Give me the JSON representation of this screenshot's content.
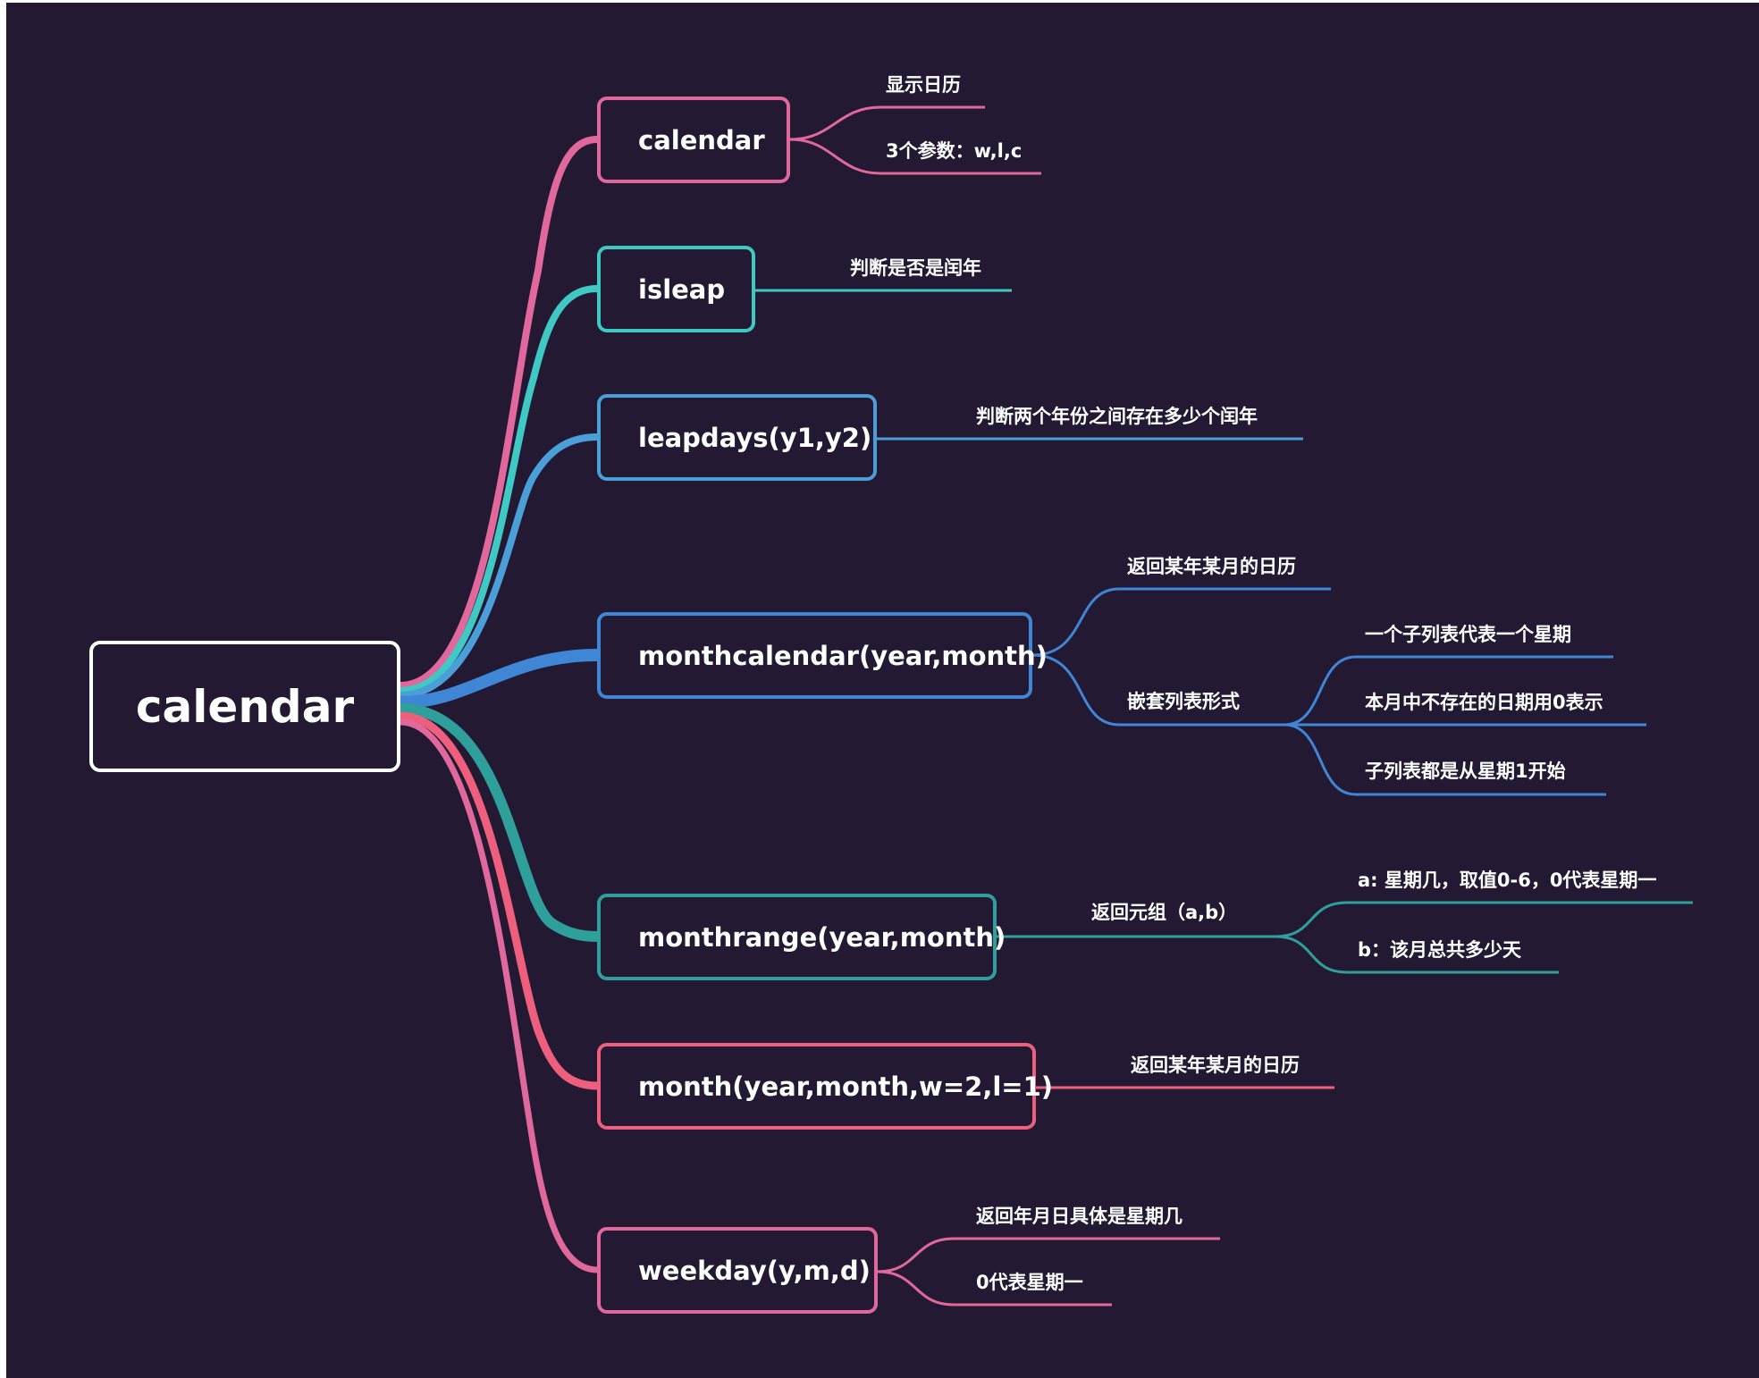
{
  "root": {
    "label": "calendar"
  },
  "branches": [
    {
      "id": "calendar",
      "label": "calendar",
      "color": "#e0689c",
      "children": [
        {
          "label": "显示日历"
        },
        {
          "label": "3个参数：w,l,c"
        }
      ]
    },
    {
      "id": "isleap",
      "label": "isleap",
      "color": "#3fc9c5",
      "children": [
        {
          "label": "判断是否是闰年"
        }
      ]
    },
    {
      "id": "leapdays",
      "label": "leapdays(y1,y2)",
      "color": "#4a9fd8",
      "children": [
        {
          "label": "判断两个年份之间存在多少个闰年"
        }
      ]
    },
    {
      "id": "monthcalendar",
      "label": "monthcalendar(year,month)",
      "color": "#3f86d6",
      "children": [
        {
          "label": "返回某年某月的日历"
        },
        {
          "label": "嵌套列表形式",
          "children": [
            {
              "label": "一个子列表代表一个星期"
            },
            {
              "label": "本月中不存在的日期用0表示"
            },
            {
              "label": "子列表都是从星期1开始"
            }
          ]
        }
      ]
    },
    {
      "id": "monthrange",
      "label": "monthrange(year,month)",
      "color": "#2e9f9a",
      "children": [
        {
          "label": "返回元组（a,b）",
          "children": [
            {
              "label": "a: 星期几，取值0-6，0代表星期一"
            },
            {
              "label": "b：该月总共多少天"
            }
          ]
        }
      ]
    },
    {
      "id": "month",
      "label": "month(year,month,w=2,l=1)",
      "color": "#ee5f7d",
      "children": [
        {
          "label": "返回某年某月的日历"
        }
      ]
    },
    {
      "id": "weekday",
      "label": "weekday(y,m,d)",
      "color": "#e0689c",
      "children": [
        {
          "label": "返回年月日具体是星期几"
        },
        {
          "label": "0代表星期一"
        }
      ]
    }
  ],
  "colors": {
    "background": "#231933",
    "root_border": "#ffffff",
    "text": "#ffffff"
  }
}
